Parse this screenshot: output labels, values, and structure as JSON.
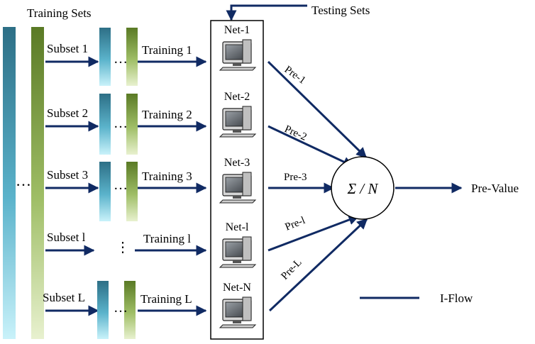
{
  "title": "",
  "colors": {
    "arrow": "#102a63",
    "teal_top": "#2d6f86",
    "teal_bottom": "#bfeef8",
    "green_top": "#5f7f2a",
    "green_bottom": "#e5efc9",
    "frame": "#000000"
  },
  "labels": {
    "training_sets": "Training Sets",
    "testing_sets": "Testing Sets",
    "left_ellipsis": "…",
    "sum_symbol": "Σ / N",
    "output": "Pre-Value",
    "legend": "I-Flow"
  },
  "subsets": [
    "Subset 1",
    "Subset 2",
    "Subset 3",
    "Subset l",
    "Subset L"
  ],
  "trainings": [
    "Training 1",
    "Training 2",
    "Training 3",
    "Training l",
    "Training L"
  ],
  "nets": [
    "Net-1",
    "Net-2",
    "Net-3",
    "Net-l",
    "Net-N"
  ],
  "predictions": [
    "Pre-1",
    "Pre-2",
    "Pre-3",
    "Pre-l",
    "Pre-L"
  ],
  "row_ellipses": [
    "…",
    "…",
    "…",
    "⋮",
    "…"
  ],
  "icons": {
    "computer": "computer-icon",
    "arrow": "arrow-icon"
  }
}
